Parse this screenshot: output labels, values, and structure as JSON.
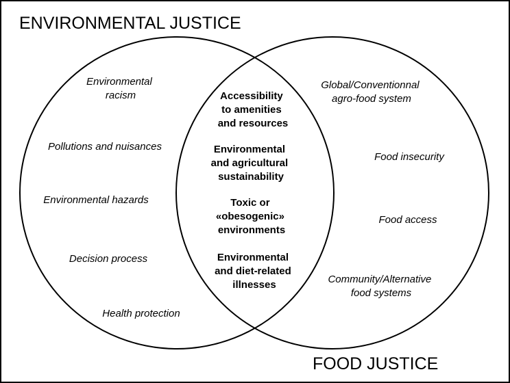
{
  "titles": {
    "left": "ENVIRONMENTAL JUSTICE",
    "right": "FOOD JUSTICE"
  },
  "left_items": [
    {
      "lines": [
        "Environmental",
        "racism"
      ]
    },
    {
      "lines": [
        "Pollutions and nuisances"
      ]
    },
    {
      "lines": [
        "Environmental hazards"
      ]
    },
    {
      "lines": [
        "Decision process"
      ]
    },
    {
      "lines": [
        "Health protection"
      ]
    }
  ],
  "center_items": [
    {
      "lines": [
        "Accessibility",
        "to amenities",
        "and resources"
      ]
    },
    {
      "lines": [
        "Environmental",
        "and agricultural",
        "sustainability"
      ]
    },
    {
      "lines": [
        "Toxic or",
        "«obesogenic»",
        "environments"
      ]
    },
    {
      "lines": [
        "Environmental",
        "and diet-related",
        "illnesses"
      ]
    }
  ],
  "right_items": [
    {
      "lines": [
        "Global/Conventionnal",
        "agro-food system"
      ]
    },
    {
      "lines": [
        "Food insecurity"
      ]
    },
    {
      "lines": [
        "Food access"
      ]
    },
    {
      "lines": [
        "Community/Alternative",
        "food systems"
      ]
    }
  ]
}
